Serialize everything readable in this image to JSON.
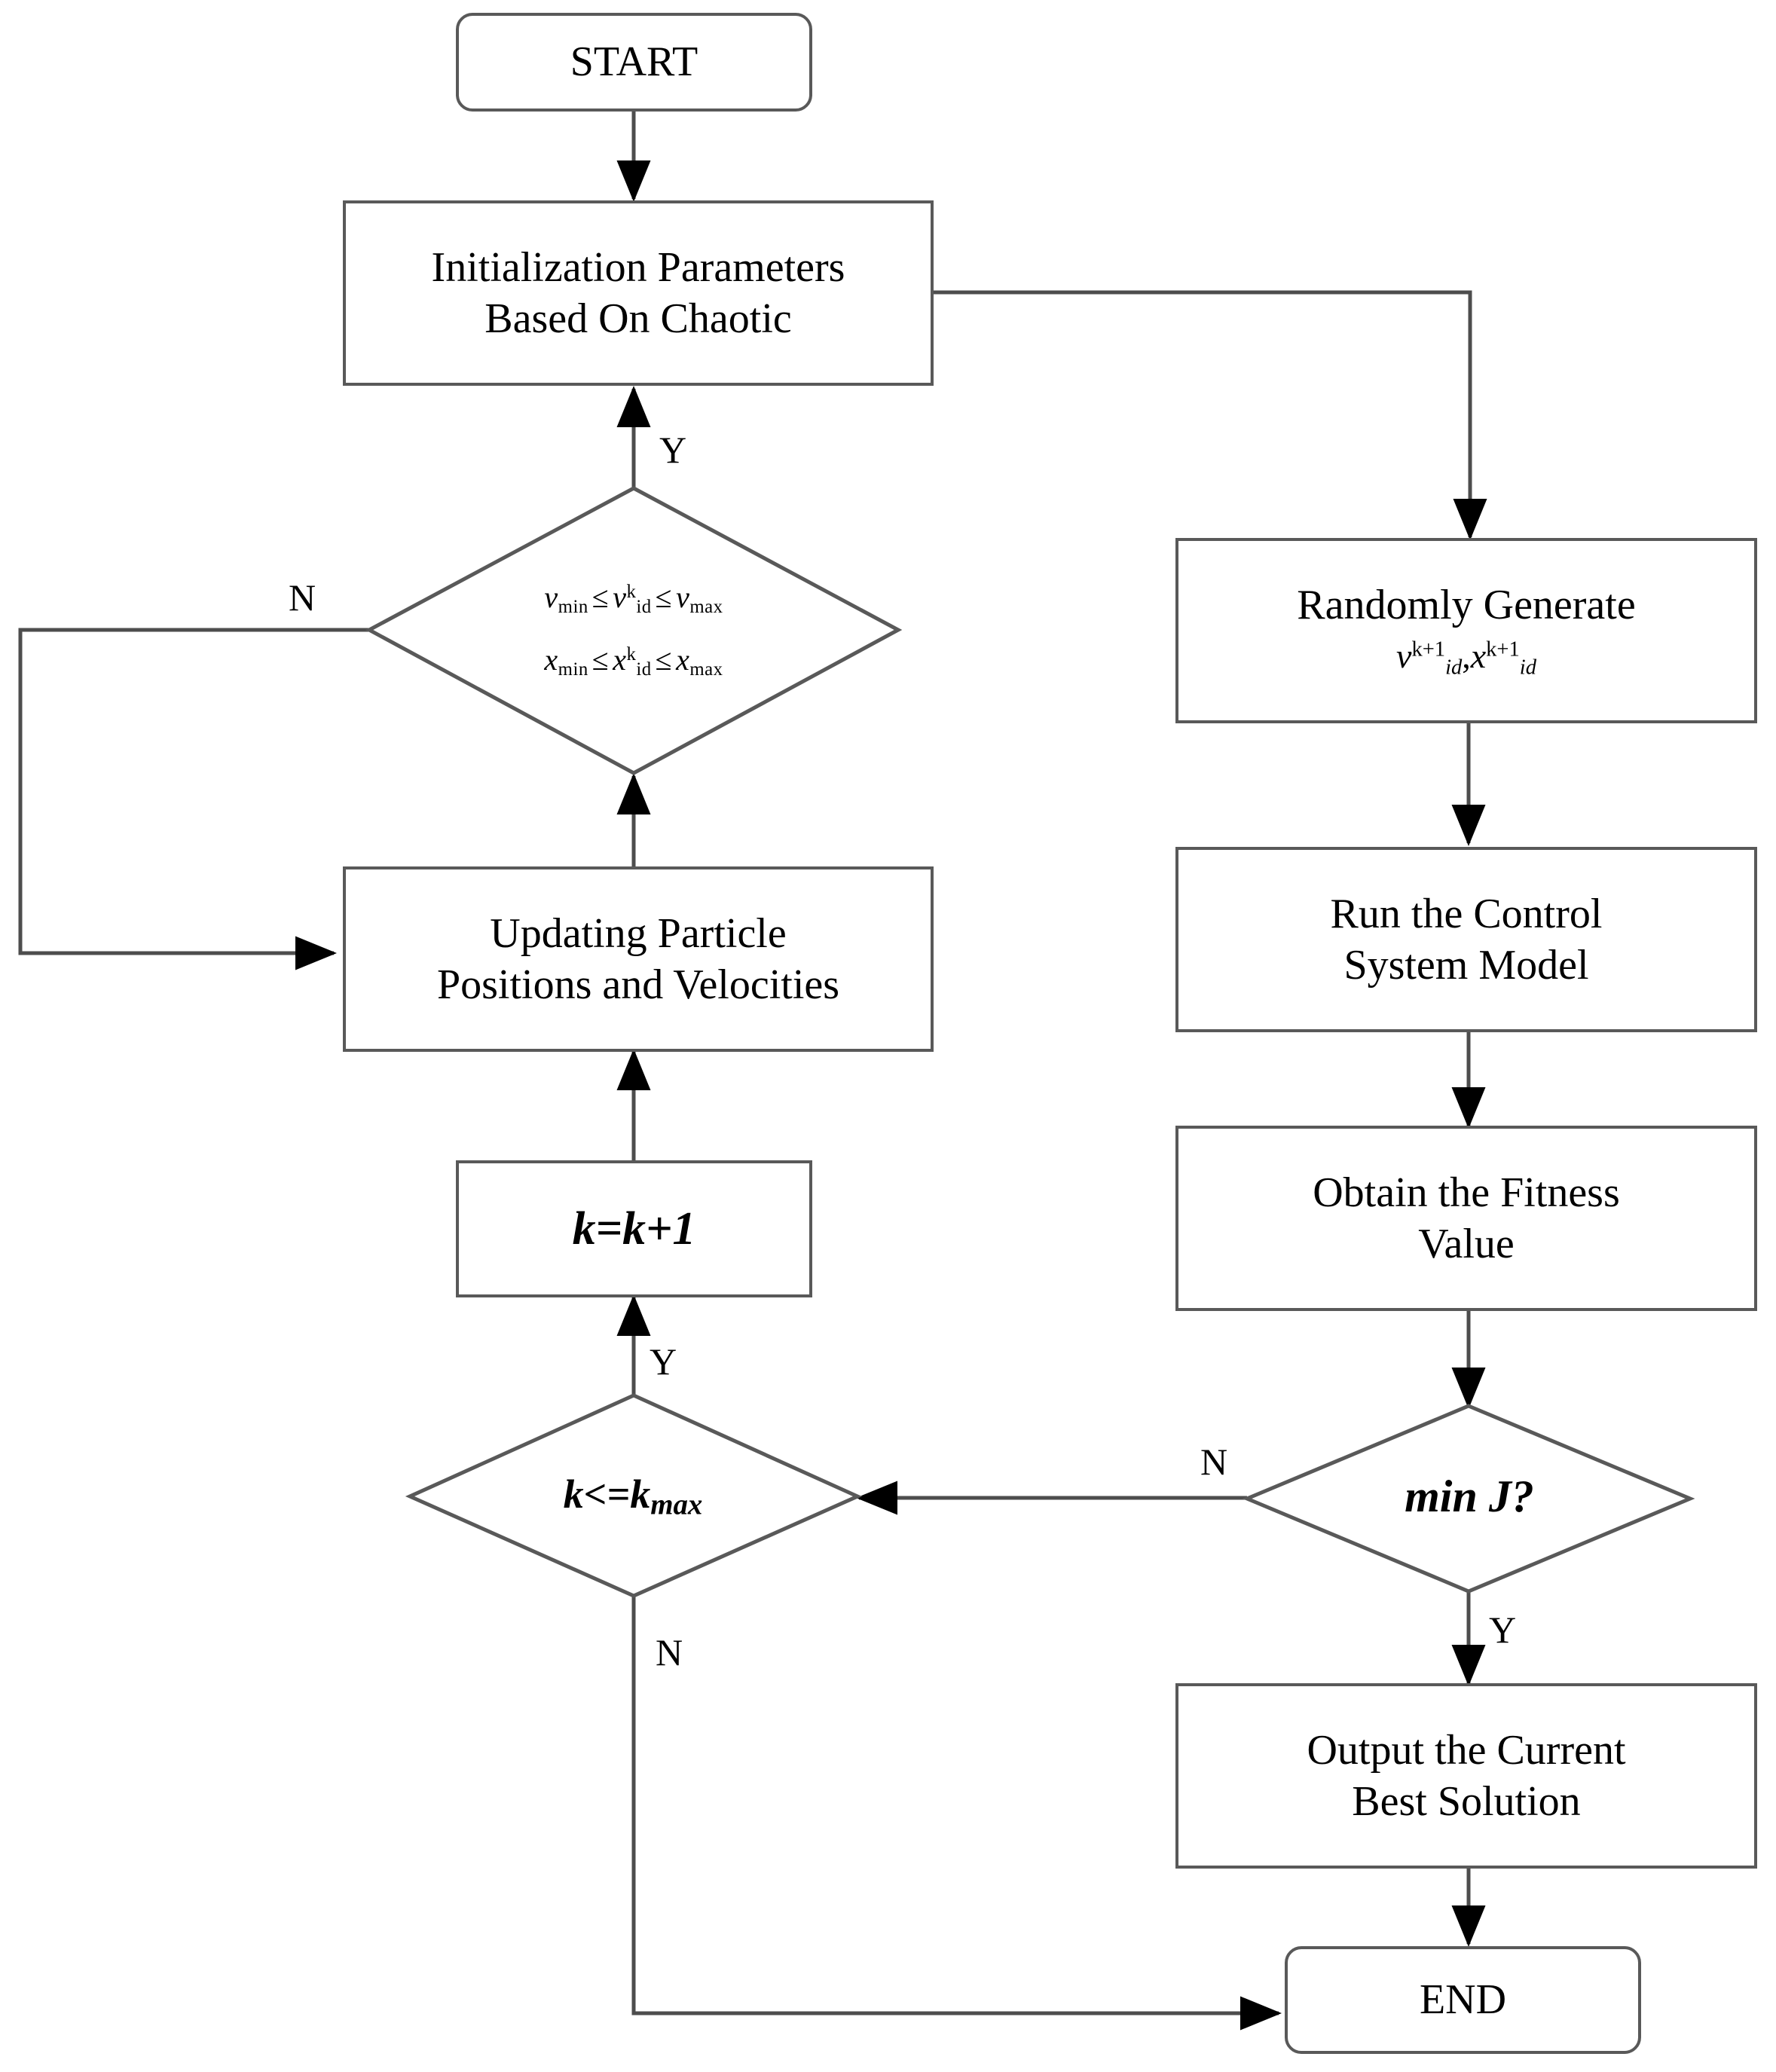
{
  "diagram": {
    "type": "flowchart",
    "title": "Chaotic PSO control-system tuning flowchart",
    "stroke_color": "#595959",
    "arrow_color": "#000000",
    "background": "#ffffff"
  },
  "nodes": {
    "start": {
      "label": "START",
      "shape": "terminator"
    },
    "init": {
      "line1": "Initialization Parameters",
      "line2": "Based On Chaotic",
      "shape": "process"
    },
    "bounds_check": {
      "shape": "decision",
      "line1": {
        "var": "v",
        "min_sub": "min",
        "mid_var": "v",
        "mid_sup": "k",
        "mid_sub": "id",
        "max_sub": "max",
        "op": "≤"
      },
      "line2": {
        "var": "x",
        "min_sub": "min",
        "mid_var": "x",
        "mid_sup": "k",
        "mid_sub": "id",
        "max_sub": "max",
        "op": "≤"
      },
      "text_plain": "v_min ≤ v^k_id ≤ v_max ; x_min ≤ x^k_id ≤ x_max"
    },
    "updating": {
      "line1": "Updating Particle",
      "line2": "Positions and Velocities",
      "shape": "process"
    },
    "increment": {
      "label": "k=k+1",
      "shape": "process"
    },
    "iter_check": {
      "label_prefix": "k<=k",
      "label_sub": "max",
      "text_plain": "k<=kmax",
      "shape": "decision"
    },
    "randgen": {
      "line1": "Randomly Generate",
      "math_v": "v",
      "math_v_sup": "k+1",
      "math_v_sub": "id",
      "comma": ",",
      "math_x": "x",
      "math_x_sup": "k+1",
      "math_x_sub": "id",
      "text_plain": "Randomly Generate v^{k+1}_{id}, x^{k+1}_{id}",
      "shape": "process"
    },
    "runmodel": {
      "line1": "Run the Control",
      "line2": "System Model",
      "shape": "process"
    },
    "fitness": {
      "line1": "Obtain the Fitness",
      "line2": "Value",
      "shape": "process"
    },
    "minj": {
      "label": "min J?",
      "shape": "decision"
    },
    "output": {
      "line1": "Output the Current",
      "line2": "Best Solution",
      "shape": "process"
    },
    "end": {
      "label": "END",
      "shape": "terminator"
    }
  },
  "edge_labels": {
    "bounds_yes": "Y",
    "bounds_no": "N",
    "iter_yes": "Y",
    "iter_no": "N",
    "minj_no": "N",
    "minj_yes": "Y"
  },
  "edges": [
    {
      "from": "start",
      "to": "init",
      "label": ""
    },
    {
      "from": "init",
      "to": "randgen",
      "label": ""
    },
    {
      "from": "bounds_check",
      "to": "init",
      "label": "Y"
    },
    {
      "from": "bounds_check",
      "to": "updating",
      "label": "N"
    },
    {
      "from": "updating",
      "to": "bounds_check",
      "label": ""
    },
    {
      "from": "increment",
      "to": "updating",
      "label": ""
    },
    {
      "from": "iter_check",
      "to": "increment",
      "label": "Y"
    },
    {
      "from": "iter_check",
      "to": "end",
      "label": "N"
    },
    {
      "from": "randgen",
      "to": "runmodel",
      "label": ""
    },
    {
      "from": "runmodel",
      "to": "fitness",
      "label": ""
    },
    {
      "from": "fitness",
      "to": "minj",
      "label": ""
    },
    {
      "from": "minj",
      "to": "iter_check",
      "label": "N"
    },
    {
      "from": "minj",
      "to": "output",
      "label": "Y"
    },
    {
      "from": "output",
      "to": "end",
      "label": ""
    }
  ]
}
